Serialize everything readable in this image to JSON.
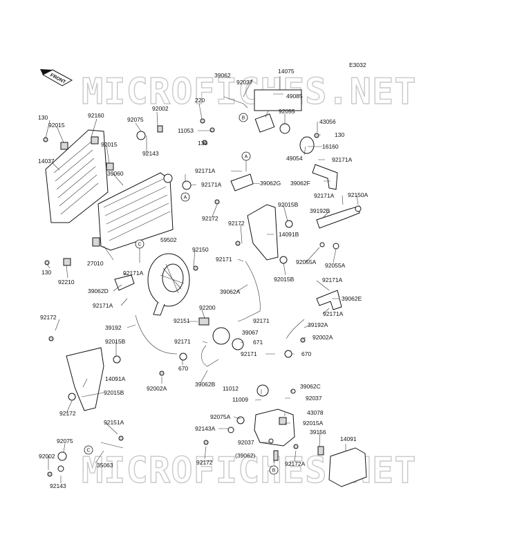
{
  "diagram_code": "E3032",
  "front_label": "FRONT",
  "watermark_text": "MICROFICHES.NET",
  "ref_circles": [
    "A",
    "B",
    "C"
  ],
  "part_labels": [
    "14075",
    "39062",
    "92037",
    "49085",
    "220",
    "B",
    "11053",
    "92055",
    "43056",
    "130",
    "130",
    "16160",
    "49054",
    "92171A",
    "A",
    "92171A",
    "39062G",
    "39062F",
    "92160",
    "92002",
    "130",
    "92015",
    "92075",
    "92143",
    "92015",
    "14037",
    "39060",
    "92171A",
    "A",
    "92150A",
    "92171A",
    "92015B",
    "39192B",
    "92172",
    "92172",
    "14091B",
    "C",
    "59502",
    "92150",
    "27010",
    "130",
    "92210",
    "92171A",
    "39062D",
    "92171A",
    "92171",
    "92055A",
    "92055A",
    "92015B",
    "92171A",
    "39062A",
    "39062E",
    "92200",
    "92171A",
    "92172",
    "39192",
    "92151",
    "92171",
    "39192A",
    "39067",
    "671",
    "92002A",
    "92015B",
    "92171",
    "92171",
    "670",
    "670",
    "14091A",
    "39062B",
    "92002A",
    "11012",
    "39062C",
    "11009",
    "92037",
    "92015B",
    "43078",
    "92075A",
    "92015A",
    "92143A",
    "39156",
    "14091",
    "92037",
    "92172",
    "92151A",
    "(39062)",
    "92075",
    "92172",
    "92172A",
    "92002",
    "35063",
    "B",
    "92143"
  ]
}
